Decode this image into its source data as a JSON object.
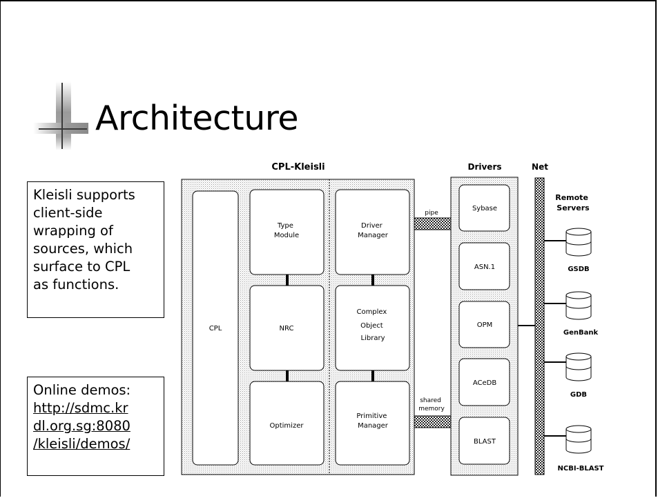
{
  "slide": {
    "title": "Architecture",
    "note_lines": [
      "Kleisli supports",
      "client-side",
      "wrapping of",
      "sources, which",
      "surface to CPL",
      "as functions."
    ],
    "demo_label": "Online demos:",
    "demo_link_lines": [
      "http://sdmc.kr",
      "dl.org.sg:8080",
      "/kleisli/demos/"
    ]
  },
  "diagram": {
    "kleisli_label": "CPL-Kleisli",
    "drivers_label": "Drivers",
    "net_label": "Net",
    "remote_label": [
      "Remote",
      "Servers"
    ],
    "modules": {
      "cpl": "CPL",
      "type_module": [
        "Type",
        "Module"
      ],
      "nrc": "NRC",
      "optimizer": "Optimizer",
      "driver_manager": [
        "Driver",
        "Manager"
      ],
      "complex_object_library": [
        "Complex",
        "Object",
        "Library"
      ],
      "primitive_manager": [
        "Primitive",
        "Manager"
      ]
    },
    "connections": {
      "pipe": "pipe",
      "shared_memory": [
        "shared",
        "memory"
      ]
    },
    "drivers": [
      "Sybase",
      "ASN.1",
      "OPM",
      "ACeDB",
      "BLAST"
    ],
    "servers": [
      "GSDB",
      "GenBank",
      "GDB",
      "NCBI-BLAST"
    ]
  }
}
